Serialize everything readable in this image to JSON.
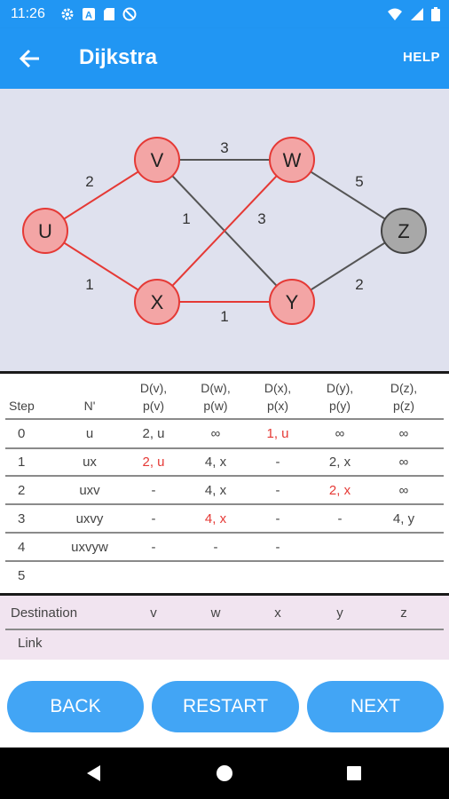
{
  "status": {
    "time": "11:26",
    "icons": [
      "settings-icon",
      "a-icon",
      "sd-card-icon",
      "dnd-icon",
      "wifi-icon",
      "signal-icon",
      "battery-icon"
    ]
  },
  "appbar": {
    "title": "Dijkstra",
    "help": "HELP"
  },
  "graph": {
    "nodes": [
      {
        "id": "U",
        "label": "U",
        "state": "visited"
      },
      {
        "id": "V",
        "label": "V",
        "state": "visited"
      },
      {
        "id": "W",
        "label": "W",
        "state": "visited"
      },
      {
        "id": "X",
        "label": "X",
        "state": "visited"
      },
      {
        "id": "Y",
        "label": "Y",
        "state": "visited"
      },
      {
        "id": "Z",
        "label": "Z",
        "state": "unvisited"
      }
    ],
    "edges": [
      {
        "from": "U",
        "to": "V",
        "weight": "2",
        "highlight": true
      },
      {
        "from": "U",
        "to": "X",
        "weight": "1",
        "highlight": true
      },
      {
        "from": "V",
        "to": "W",
        "weight": "3",
        "highlight": false
      },
      {
        "from": "V",
        "to": "Y",
        "weight": "1",
        "highlight": false
      },
      {
        "from": "X",
        "to": "W",
        "weight": "3",
        "highlight": true
      },
      {
        "from": "X",
        "to": "Y",
        "weight": "1",
        "highlight": true
      },
      {
        "from": "W",
        "to": "Z",
        "weight": "5",
        "highlight": false
      },
      {
        "from": "Y",
        "to": "Z",
        "weight": "2",
        "highlight": false
      }
    ]
  },
  "table": {
    "headers": [
      "Step",
      "N'",
      "D(v),",
      "D(w),",
      "D(x),",
      "D(y),",
      "D(z),"
    ],
    "headers2": [
      "",
      "",
      "p(v)",
      "p(w)",
      "p(x)",
      "p(y)",
      "p(z)"
    ],
    "rows": [
      {
        "step": "0",
        "n": "u",
        "cells": [
          "2, u",
          "∞",
          "1, u",
          "∞",
          "∞"
        ],
        "red": [
          2
        ]
      },
      {
        "step": "1",
        "n": "ux",
        "cells": [
          "2, u",
          "4, x",
          "-",
          "2, x",
          "∞"
        ],
        "red": [
          0
        ]
      },
      {
        "step": "2",
        "n": "uxv",
        "cells": [
          "-",
          "4, x",
          "-",
          "2, x",
          "∞"
        ],
        "red": [
          3
        ]
      },
      {
        "step": "3",
        "n": "uxvy",
        "cells": [
          "-",
          "4, x",
          "-",
          "-",
          "4, y"
        ],
        "red": [
          1
        ]
      },
      {
        "step": "4",
        "n": "uxvyw",
        "cells": [
          "-",
          "-",
          "-",
          "",
          ""
        ],
        "red": []
      },
      {
        "step": "5",
        "n": "",
        "cells": [
          "",
          "",
          "",
          "",
          ""
        ],
        "red": []
      }
    ]
  },
  "destination": {
    "label": "Destination",
    "values": [
      "v",
      "w",
      "x",
      "y",
      "z"
    ],
    "link_label": "Link"
  },
  "buttons": {
    "back": "BACK",
    "restart": "RESTART",
    "next": "NEXT"
  },
  "colors": {
    "primary": "#2196f3",
    "button": "#42a5f5",
    "highlight": "#e53935",
    "node_fill": "#f3a5a5",
    "node_unvisited": "#a8a8a8"
  }
}
